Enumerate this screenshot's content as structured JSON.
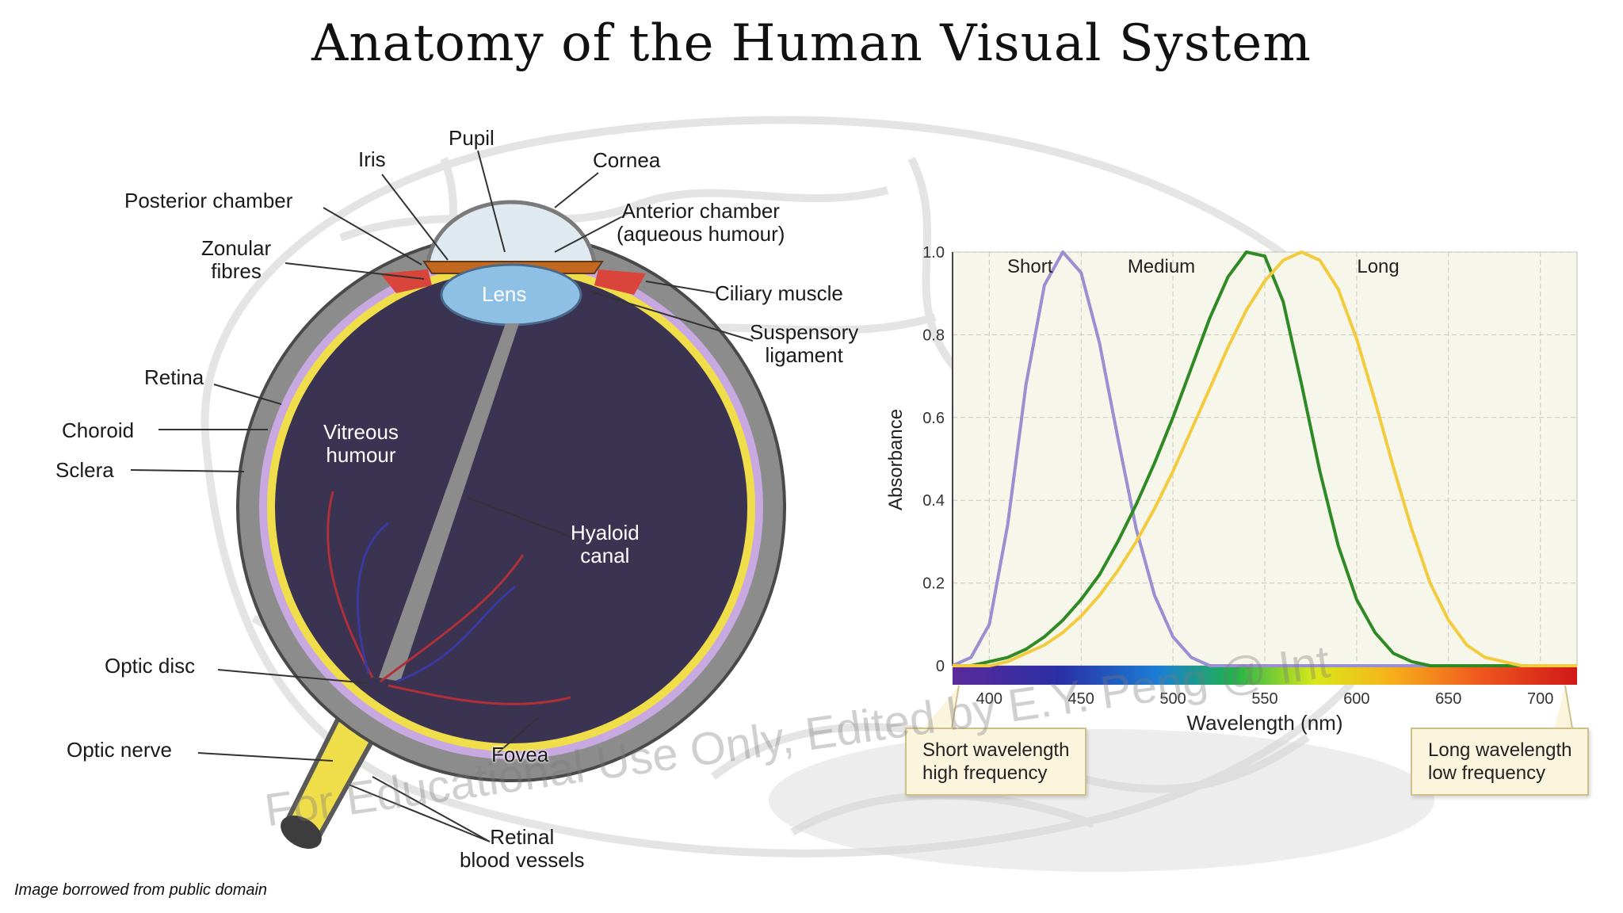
{
  "title": "Anatomy of the Human Visual System",
  "credit": "Image borrowed from public domain",
  "watermark": "For Educational Use Only, Edited by E.Y. Peng @ Int",
  "eye_labels": {
    "pupil": "Pupil",
    "iris": "Iris",
    "cornea": "Cornea",
    "posterior_chamber": "Posterior chamber",
    "anterior_chamber": "Anterior chamber\n(aqueous humour)",
    "zonular_fibres": "Zonular\nfibres",
    "lens": "Lens",
    "ciliary_muscle": "Ciliary muscle",
    "suspensory_ligament": "Suspensory\nligament",
    "retina": "Retina",
    "choroid": "Choroid",
    "sclera": "Sclera",
    "vitreous_humour": "Vitreous\nhumour",
    "hyaloid_canal": "Hyaloid\ncanal",
    "optic_disc": "Optic disc",
    "optic_nerve": "Optic nerve",
    "fovea": "Fovea",
    "retinal_vessels": "Retinal\nblood vessels"
  },
  "colors": {
    "short": "#9a8fd0",
    "medium": "#2f8a25",
    "long": "#f2cc3e",
    "eye_interior": "#3a3352",
    "sclera": "#8c8c8c",
    "retina": "#f0dd4a",
    "choroid": "#c8a8e0",
    "lens": "#8ec0e6",
    "chart_bg": "#f7f6ea"
  },
  "chart_data": {
    "type": "line",
    "x": [
      380,
      390,
      400,
      410,
      420,
      430,
      440,
      450,
      460,
      470,
      480,
      490,
      500,
      510,
      520,
      530,
      540,
      550,
      560,
      570,
      580,
      590,
      600,
      610,
      620,
      630,
      640,
      650,
      660,
      670,
      680,
      690,
      700,
      710,
      720
    ],
    "series": [
      {
        "name": "Short",
        "values": [
          0.0,
          0.02,
          0.1,
          0.34,
          0.68,
          0.92,
          1.0,
          0.95,
          0.78,
          0.55,
          0.33,
          0.17,
          0.07,
          0.02,
          0.0,
          0.0,
          0.0,
          0.0,
          0.0,
          0.0,
          0.0,
          0.0,
          0.0,
          0.0,
          0.0,
          0.0,
          0.0,
          0.0,
          0.0,
          0.0,
          0.0,
          0.0,
          0.0,
          0.0,
          0.0
        ]
      },
      {
        "name": "Medium",
        "values": [
          0.0,
          0.0,
          0.01,
          0.02,
          0.04,
          0.07,
          0.11,
          0.16,
          0.22,
          0.3,
          0.39,
          0.49,
          0.6,
          0.72,
          0.84,
          0.94,
          1.0,
          0.99,
          0.88,
          0.68,
          0.47,
          0.29,
          0.16,
          0.08,
          0.03,
          0.01,
          0.0,
          0.0,
          0.0,
          0.0,
          0.0,
          0.0,
          0.0,
          0.0,
          0.0
        ]
      },
      {
        "name": "Long",
        "values": [
          0.0,
          0.0,
          0.0,
          0.01,
          0.03,
          0.05,
          0.08,
          0.12,
          0.17,
          0.23,
          0.3,
          0.38,
          0.47,
          0.57,
          0.67,
          0.77,
          0.86,
          0.93,
          0.98,
          1.0,
          0.98,
          0.91,
          0.79,
          0.64,
          0.48,
          0.33,
          0.2,
          0.11,
          0.05,
          0.02,
          0.01,
          0.0,
          0.0,
          0.0,
          0.0
        ]
      }
    ],
    "xlabel": "Wavelength (nm)",
    "ylabel": "Absorbance",
    "x_ticks": [
      "400",
      "450",
      "500",
      "550",
      "600",
      "650",
      "700"
    ],
    "y_ticks": [
      "0",
      "0.2",
      "0.4",
      "0.6",
      "0.8",
      "1.0"
    ],
    "xlim": [
      380,
      720
    ],
    "ylim": [
      0,
      1.0
    ],
    "grid": true,
    "callouts": {
      "left": "Short wavelength\nhigh frequency",
      "right": "Long wavelength\nlow frequency"
    }
  }
}
